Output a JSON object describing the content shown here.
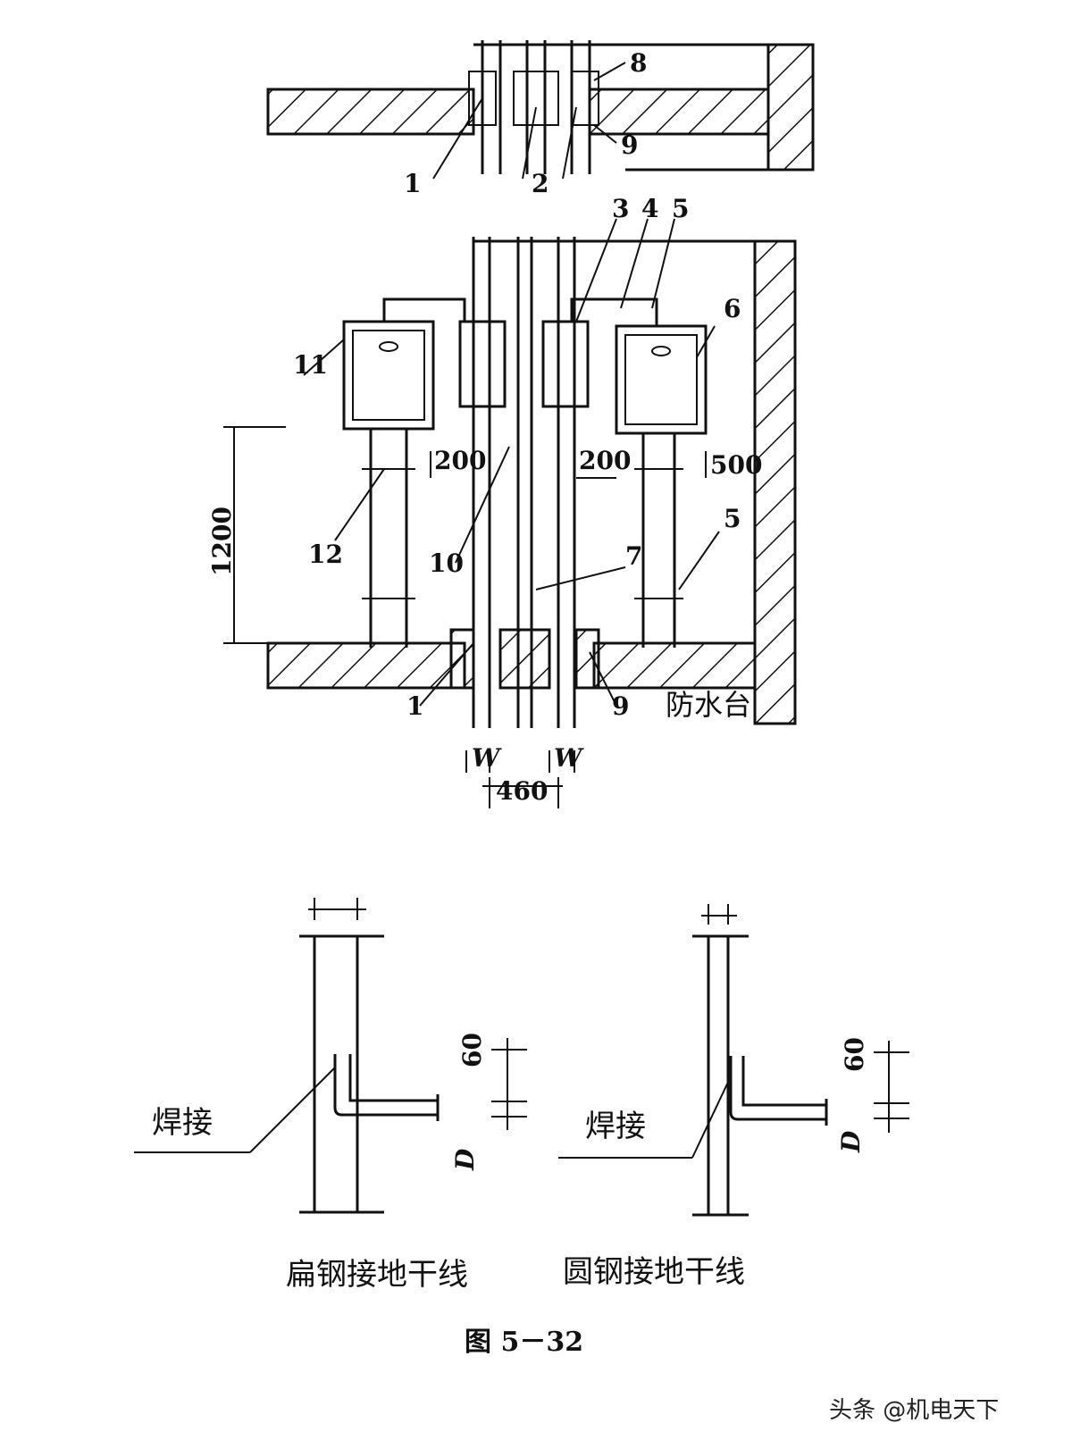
{
  "callouts": {
    "n1": "1",
    "n2": "2",
    "n3": "3",
    "n4": "4",
    "n5": "5",
    "n6": "6",
    "n7": "7",
    "n8": "8",
    "n9": "9",
    "n10": "10",
    "n11": "11",
    "n12": "12",
    "n5b": "5",
    "n1b": "1",
    "n9b": "9"
  },
  "dims": {
    "d200a": "200",
    "d200b": "200",
    "d500": "500",
    "d1200": "1200",
    "d460": "460",
    "w1": "W",
    "w2": "W",
    "d60a": "60",
    "dDa": "D",
    "d60b": "60",
    "dDb": "D"
  },
  "labels": {
    "waterproof_platform": "防水台",
    "weld_left": "焊接",
    "weld_right": "焊接",
    "caption_flat": "扁钢接地干线",
    "caption_round": "圆钢接地干线",
    "figure_number": "图 5－32",
    "watermark": "头条 @机电天下"
  }
}
